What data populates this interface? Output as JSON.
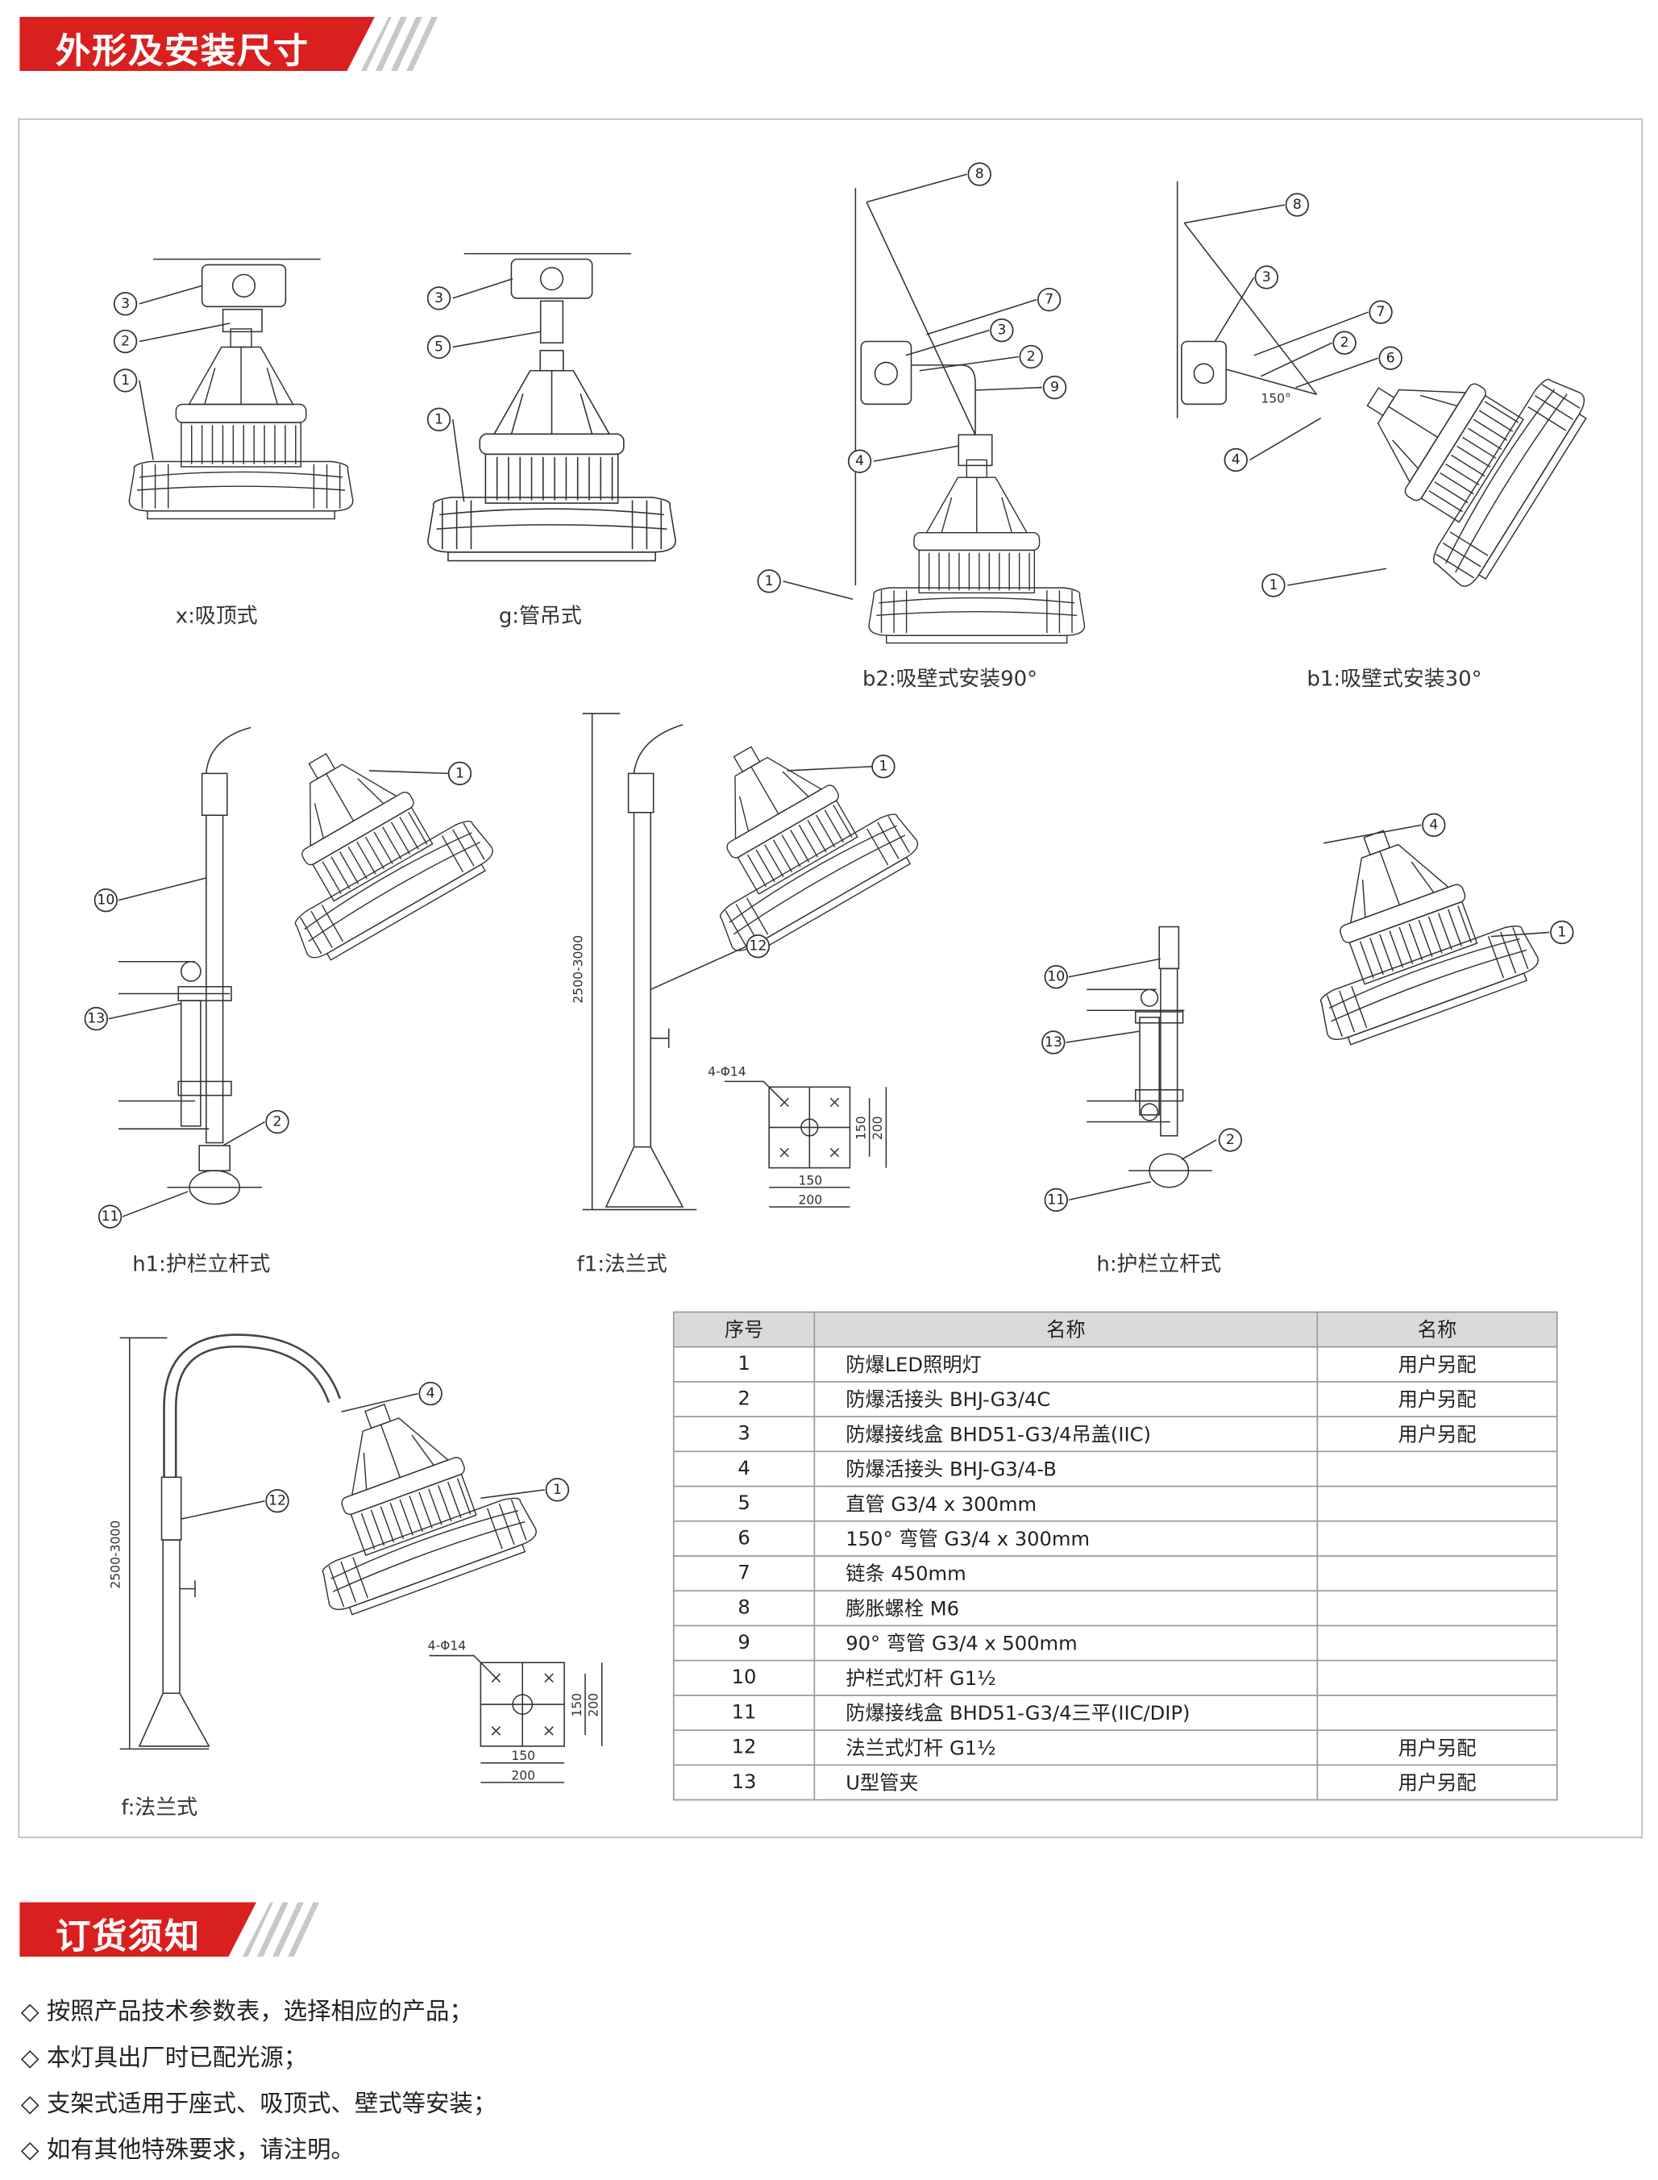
{
  "section1_title": "外形及安装尺寸",
  "section2_title": "订货须知",
  "diagrams": {
    "x": {
      "caption": "x:吸顶式",
      "callouts": [
        "3",
        "2",
        "1"
      ]
    },
    "g": {
      "caption": "g:管吊式",
      "callouts": [
        "3",
        "5",
        "1"
      ]
    },
    "b2": {
      "caption": "b2:吸壁式安装90°",
      "callouts": [
        "8",
        "7",
        "3",
        "2",
        "9",
        "4",
        "1"
      ]
    },
    "b1": {
      "caption": "b1:吸壁式安装30°",
      "callouts": [
        "8",
        "3",
        "7",
        "2",
        "6",
        "4",
        "1"
      ],
      "angle": "150°"
    },
    "h1": {
      "caption": "h1:护栏立杆式",
      "callouts": [
        "1",
        "10",
        "13",
        "2",
        "11"
      ]
    },
    "f1": {
      "caption": "f1:法兰式",
      "callouts": [
        "1",
        "12"
      ],
      "height_dim": "2500-3000",
      "holes": "4-Φ14",
      "dim_inner": "150",
      "dim_outer": "200"
    },
    "h": {
      "caption": "h:护栏立杆式",
      "callouts": [
        "4",
        "1",
        "10",
        "13",
        "2",
        "11"
      ]
    },
    "f": {
      "caption": "f:法兰式",
      "callouts": [
        "4",
        "1",
        "12"
      ],
      "height_dim": "2500-3000",
      "holes": "4-Φ14",
      "dim_inner": "150",
      "dim_outer": "200"
    }
  },
  "table": {
    "headers": [
      "序号",
      "名称",
      "名称"
    ],
    "rows": [
      [
        "1",
        "防爆LED照明灯",
        "用户另配"
      ],
      [
        "2",
        "防爆活接头 BHJ-G3/4C",
        "用户另配"
      ],
      [
        "3",
        "防爆接线盒 BHD51-G3/4吊盖(IIC)",
        "用户另配"
      ],
      [
        "4",
        "防爆活接头 BHJ-G3/4-B",
        ""
      ],
      [
        "5",
        "直管 G3/4 x 300mm",
        ""
      ],
      [
        "6",
        "150°  弯管 G3/4 x 300mm",
        ""
      ],
      [
        "7",
        "链条 450mm",
        ""
      ],
      [
        "8",
        "膨胀螺栓 M6",
        ""
      ],
      [
        "9",
        "90°  弯管 G3/4 x 500mm",
        ""
      ],
      [
        "10",
        "护栏式灯杆 G1½",
        ""
      ],
      [
        "11",
        "防爆接线盒 BHD51-G3/4三平(IIC/DIP)",
        ""
      ],
      [
        "12",
        "法兰式灯杆 G1½",
        "用户另配"
      ],
      [
        "13",
        "U型管夹",
        "用户另配"
      ]
    ]
  },
  "notes": [
    "◇ 按照产品技术参数表，选择相应的产品；",
    "◇ 本灯具出厂时已配光源；",
    "◇ 支架式适用于座式、吸顶式、壁式等安装；",
    "◇ 如有其他特殊要求，请注明。"
  ],
  "colors": {
    "accent": "#d9201f",
    "table_header": "#d8dbd8"
  }
}
